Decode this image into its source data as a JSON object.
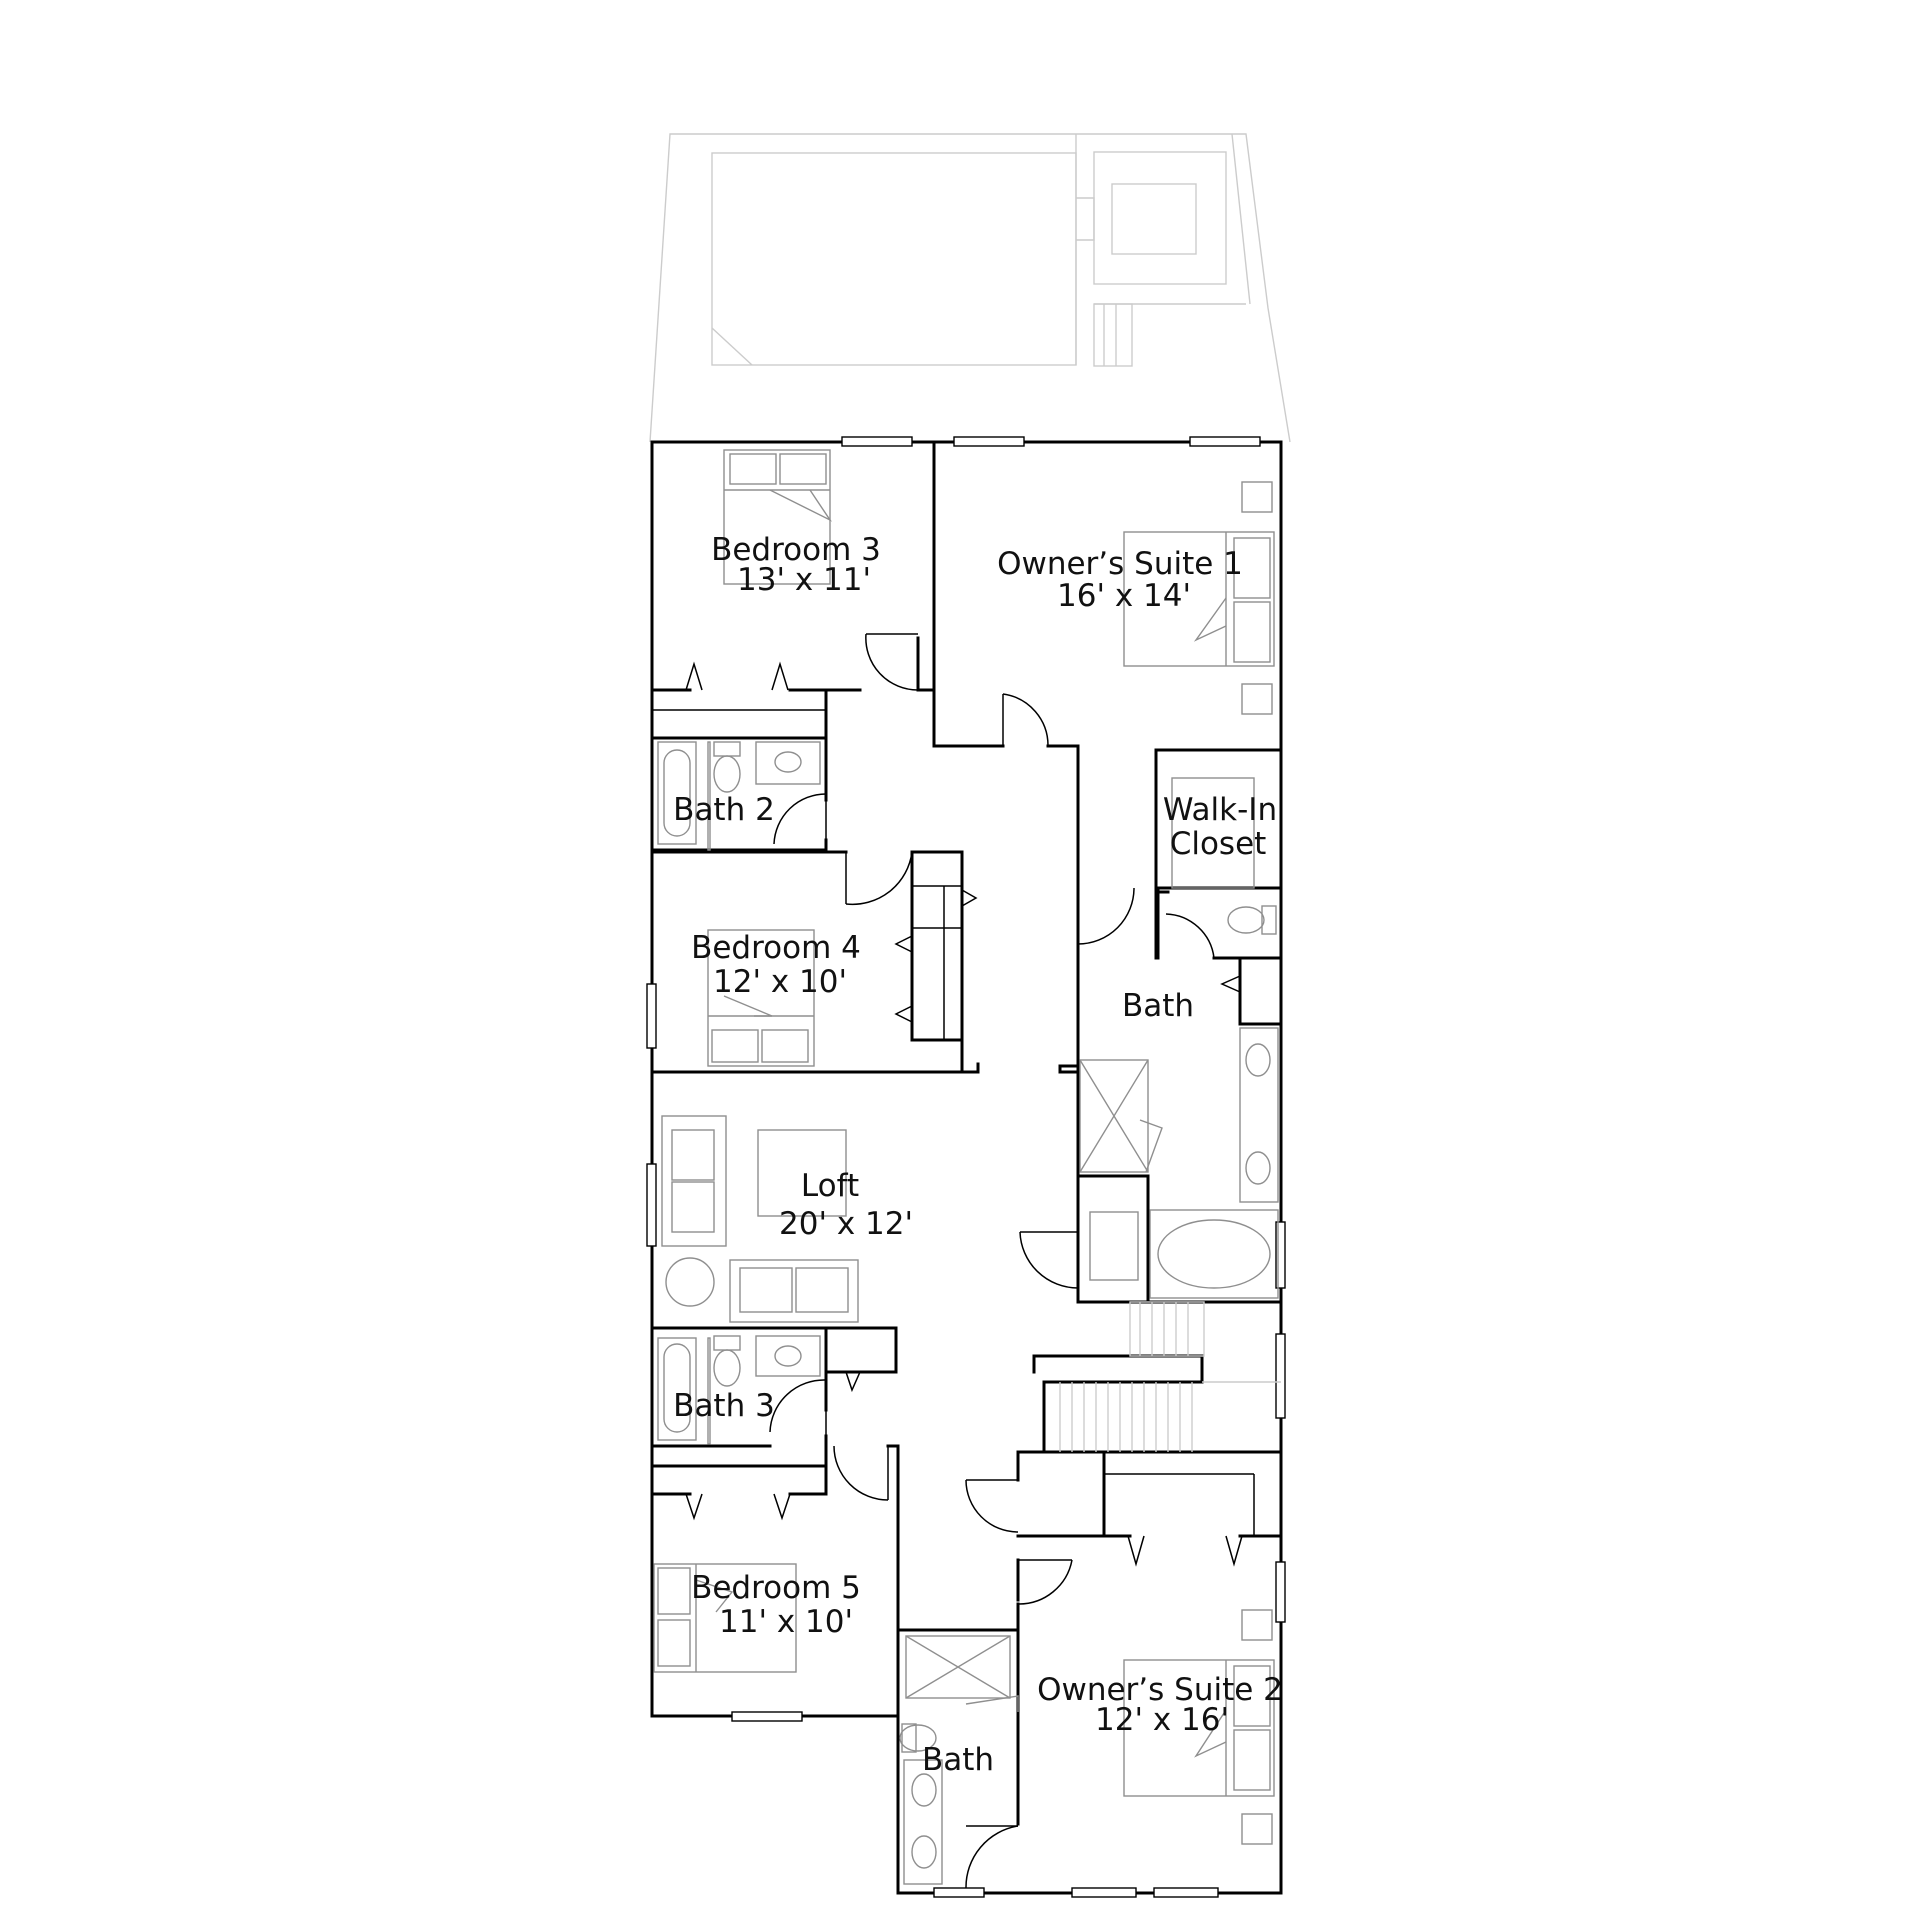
{
  "rooms": {
    "bedroom3": {
      "name": "Bedroom 3",
      "size": "13' x 11'"
    },
    "owners_suite_1": {
      "name": "Owner’s Suite 1",
      "size": "16' x 14'"
    },
    "bath2": {
      "name": "Bath 2"
    },
    "walk_in_closet": {
      "line1": "Walk-In",
      "line2": "Closet"
    },
    "bedroom4": {
      "name": "Bedroom 4",
      "size": "12' x 10'"
    },
    "owners_bath_1": {
      "name": "Bath"
    },
    "loft": {
      "name": "Loft",
      "size": "20' x 12'"
    },
    "bath3": {
      "name": "Bath 3"
    },
    "bedroom5": {
      "name": "Bedroom 5",
      "size": "11' x 10'"
    },
    "owners_suite_2": {
      "name": "Owner’s Suite 2",
      "size": "12' x 16'"
    },
    "owners_bath_2": {
      "name": "Bath"
    }
  },
  "colors": {
    "wall": "#000000",
    "fixture": "#8f8f8f",
    "ghost_outline": "#cccccc",
    "background": "#ffffff"
  }
}
